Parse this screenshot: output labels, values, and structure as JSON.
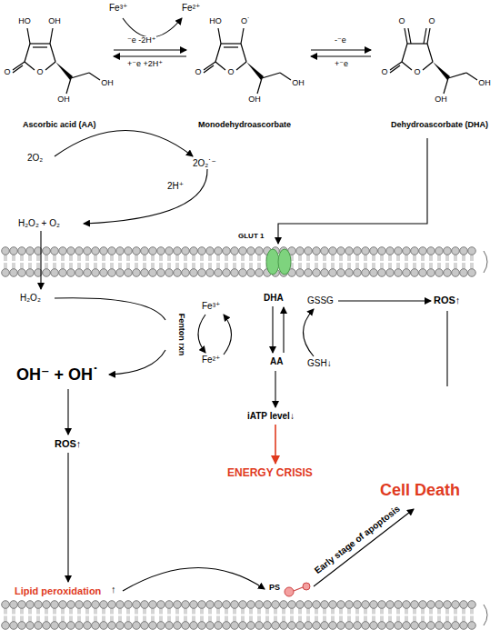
{
  "diagram": {
    "labels": [
      "Fe³⁺",
      "Fe²⁺",
      "⁻e -2H⁺",
      "+⁻e +2H⁺",
      "HO",
      "OH",
      "O",
      "O",
      "OH",
      "OH",
      "Ascorbic acid (AA)",
      "HO",
      "O˙",
      "O",
      "O",
      "OH",
      "OH",
      "Monodehydroascorbate",
      "-⁻e",
      "+⁻e",
      "O",
      "O",
      "O",
      "O",
      "OH",
      "OH",
      "Dehydroascorbate (DHA)",
      "2O₂",
      "2O₂˙⁻",
      "2H⁺",
      "H₂O₂ + O₂",
      "GLUT 1",
      "H₂O₂",
      "Fenton rxn",
      "Fe³⁺",
      "Fe²⁺",
      "DHA",
      "GSSG",
      "ROS↑",
      "AA",
      "GSH↓",
      "OH⁻ + OH˙",
      "iATP level↓",
      "ROS↑",
      "ENERGY CRISIS",
      "Cell Death",
      "Early stage of apoptosis",
      "Lipid peroxidation",
      "↑",
      "PS"
    ]
  }
}
